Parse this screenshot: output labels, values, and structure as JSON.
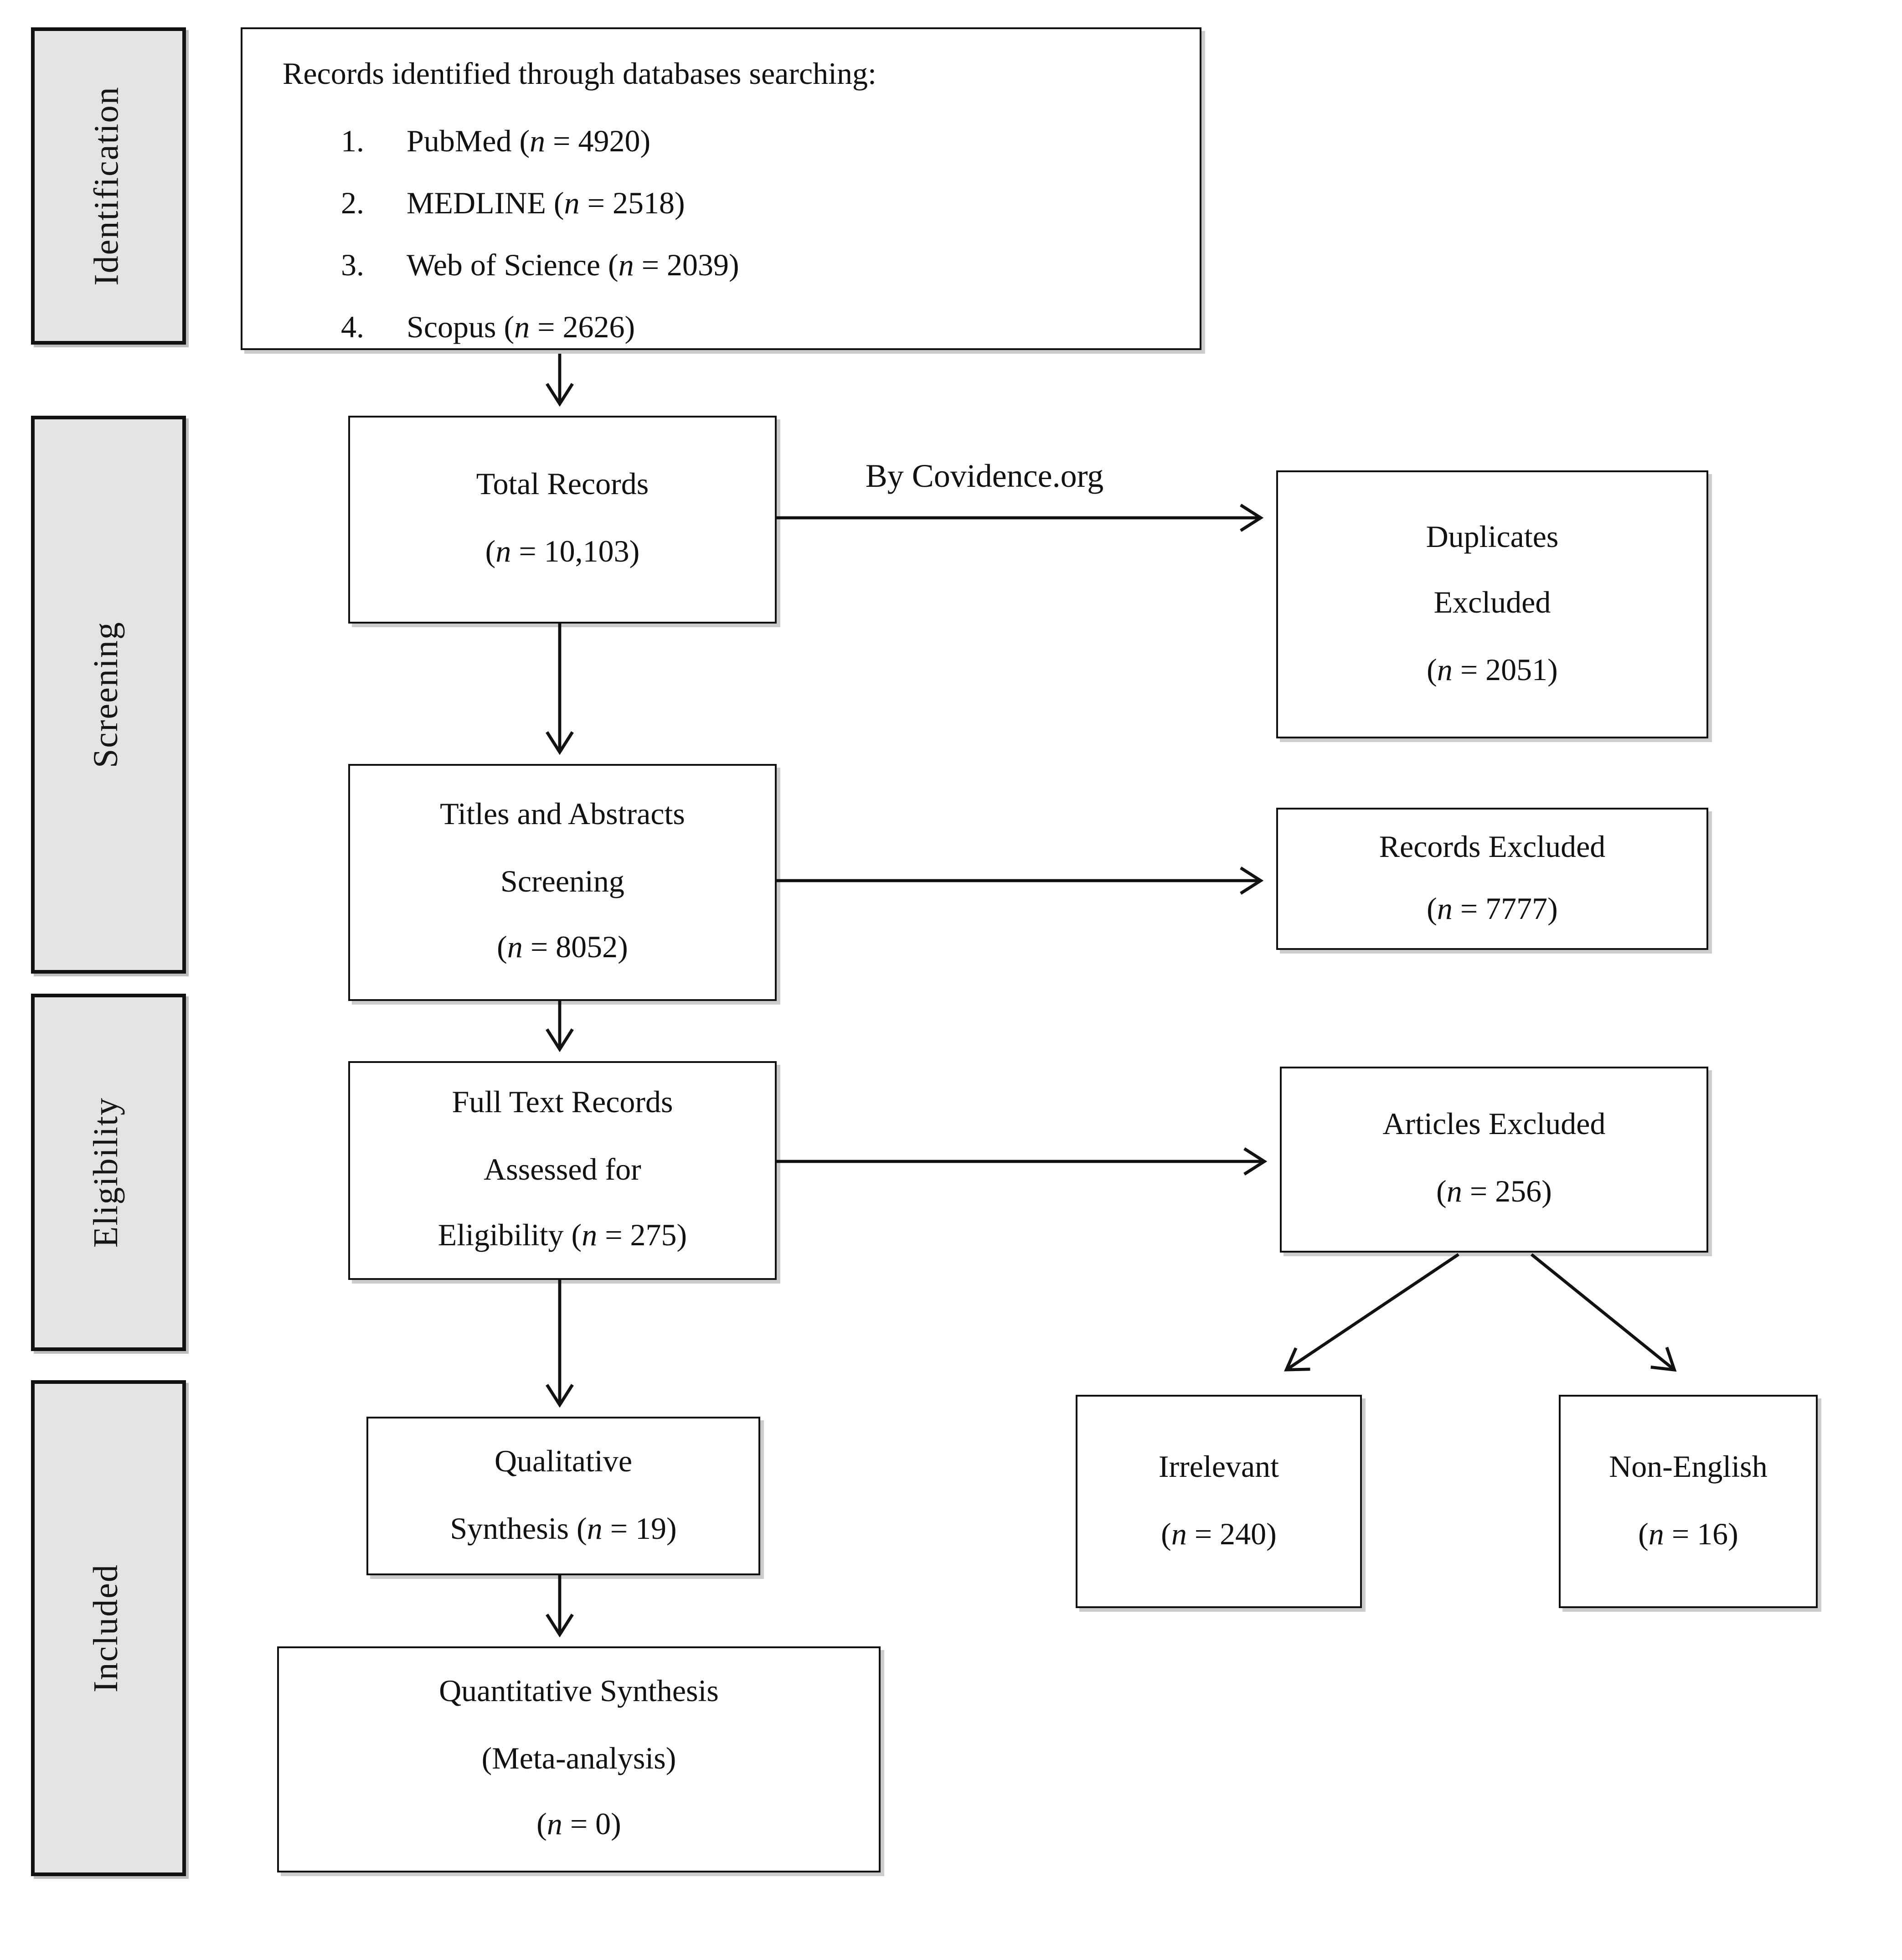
{
  "diagram": {
    "stages": [
      {
        "id": "identification",
        "label": "Identification"
      },
      {
        "id": "screening",
        "label": "Screening"
      },
      {
        "id": "eligibility",
        "label": "Eligibility"
      },
      {
        "id": "included",
        "label": "Included"
      }
    ],
    "boxes": {
      "records_identified": {
        "title": "Records identified through databases searching:",
        "items": [
          {
            "num": "1.",
            "text": "PubMed (n = 4920)"
          },
          {
            "num": "2.",
            "text": "MEDLINE (n = 2518)"
          },
          {
            "num": "3.",
            "text": "Web of Science (n = 2039)"
          },
          {
            "num": "4.",
            "text": "Scopus (n = 2626)"
          }
        ]
      },
      "total_records": {
        "lines": [
          "Total Records",
          "(n = 10,103)"
        ]
      },
      "duplicates_excluded": {
        "lines": [
          "Duplicates",
          "Excluded",
          "(n = 2051)"
        ]
      },
      "titles_abstracts": {
        "lines": [
          "Titles and Abstracts",
          "Screening",
          "(n = 8052)"
        ]
      },
      "records_excluded": {
        "lines": [
          "Records Excluded",
          "(n = 7777)"
        ]
      },
      "full_text": {
        "lines": [
          "Full Text Records",
          "Assessed for",
          "Eligibility (n = 275)"
        ]
      },
      "articles_excluded": {
        "lines": [
          "Articles Excluded",
          "(n = 256)"
        ]
      },
      "irrelevant": {
        "lines": [
          "Irrelevant",
          "(n = 240)"
        ]
      },
      "non_english": {
        "lines": [
          "Non-English",
          "(n = 16)"
        ]
      },
      "qualitative": {
        "lines": [
          "Qualitative",
          "Synthesis (n = 19)"
        ]
      },
      "quantitative": {
        "lines": [
          "Quantitative Synthesis",
          "(Meta-analysis)",
          "(n = 0)"
        ]
      }
    },
    "arrow_label": "By Covidence.org",
    "colors": {
      "stage_fill": "#e3e3e3",
      "border": "#111111",
      "background": "#ffffff"
    }
  }
}
